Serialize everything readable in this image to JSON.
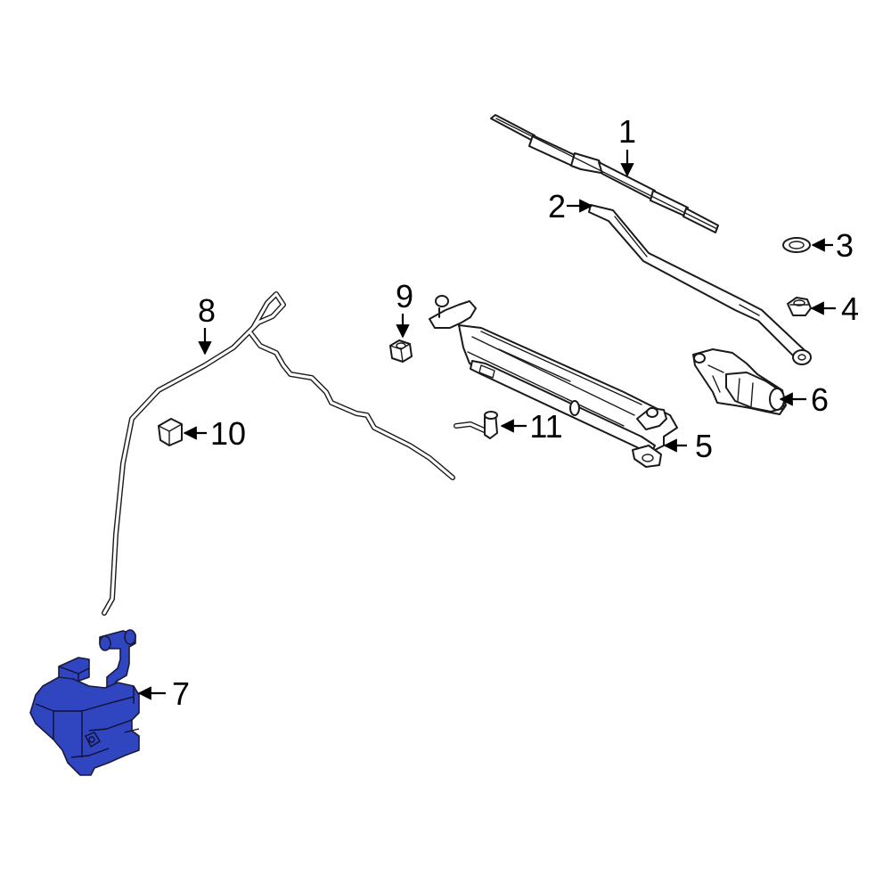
{
  "diagram": {
    "highlight_color": "#3045C0",
    "callouts": [
      {
        "id": "1",
        "label": "1"
      },
      {
        "id": "2",
        "label": "2"
      },
      {
        "id": "3",
        "label": "3"
      },
      {
        "id": "4",
        "label": "4"
      },
      {
        "id": "5",
        "label": "5"
      },
      {
        "id": "6",
        "label": "6"
      },
      {
        "id": "7",
        "label": "7"
      },
      {
        "id": "8",
        "label": "8"
      },
      {
        "id": "9",
        "label": "9"
      },
      {
        "id": "10",
        "label": "10"
      },
      {
        "id": "11",
        "label": "11"
      }
    ],
    "highlighted_part": "7"
  }
}
